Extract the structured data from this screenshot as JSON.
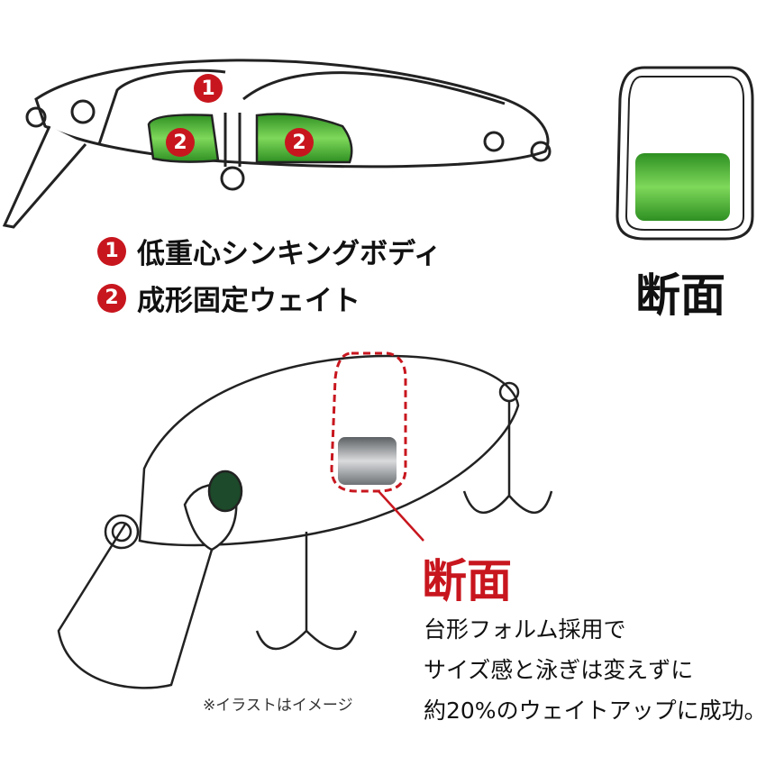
{
  "top_lure": {
    "badge_1": "1",
    "badge_2": "2"
  },
  "legend": [
    {
      "number": "1",
      "label": "低重心シンキングボディ"
    },
    {
      "number": "2",
      "label": "成形固定ウェイト"
    }
  ],
  "cross_section_top": {
    "label": "断面"
  },
  "cross_section_bottom": {
    "label": "断面"
  },
  "description": [
    "台形フォルム採用で",
    "サイズ感と泳ぎは変えずに",
    "約20%のウェイトアップに成功。"
  ],
  "note": "※イラストはイメージ",
  "colors": {
    "accent_red": "#c8161e",
    "weight_green": "#4caf34",
    "weight_gray": "#8c8f92"
  }
}
